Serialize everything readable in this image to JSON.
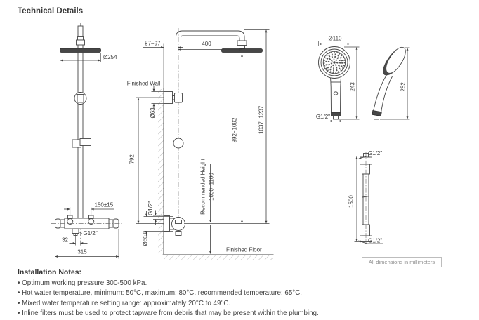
{
  "title": "Technical Details",
  "diagram": {
    "front_view": {
      "head_diameter": "Ø254",
      "inlet_spacing": "150±15",
      "outlet_thread": "G1/2\"",
      "outlet_offset": "32",
      "valve_width": "315"
    },
    "side_view": {
      "wall_to_rail": "87~97",
      "arm_length": "400",
      "finished_wall": "Finished Wall",
      "bracket_diameter": "Ø63",
      "rail_length": "792",
      "valve_thread": "G1/2\"",
      "valve_diameter": "Ø60.5",
      "recommended_height_label": "Recommended Height",
      "recommended_height_range": "1000~1100",
      "head_above_valve": "892~1092",
      "top_above_valve": "1037~1237",
      "finished_floor": "Finished Floor"
    },
    "handshower": {
      "head_diameter": "Ø110",
      "front_length": "243",
      "side_length": "252",
      "thread": "G1/2\""
    },
    "hose": {
      "top_thread": "G1/2\"",
      "length": "1500",
      "bottom_thread": "G1/2\""
    },
    "units_note": "All dimensions in millimeters"
  },
  "installation_notes": {
    "title": "Installation Notes:",
    "items": [
      "• Optimum working pressure 300-500 kPa.",
      "• Hot water temperature, minimum: 50°C, maximum: 80°C, recommended temperature: 65°C.",
      "• Mixed water temperature setting range: approximately 20°C to 49°C.",
      "• Inline filters must be used to protect tapware from debris that may be present within the plumbing."
    ]
  }
}
